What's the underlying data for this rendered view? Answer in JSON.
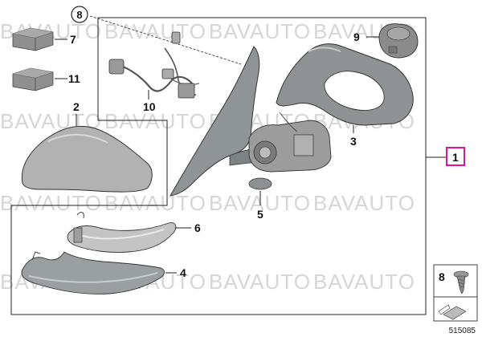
{
  "watermark": "BAVAUTO",
  "document_number": "515085",
  "colors": {
    "highlight": "#e0139a",
    "outline": "#222222",
    "part_fill": "#a8a8a8",
    "part_dark": "#8b8f90",
    "cover_fill": "#b4b4b4"
  },
  "callouts": {
    "assembly": "1",
    "cover": "2",
    "housing": "3",
    "lower_trim": "4",
    "cover_cap": "5",
    "turn_signal": "6",
    "kit_a": "7",
    "main_screw": "8",
    "screw_box": "8",
    "motor": "9",
    "wiring": "10",
    "kit_b": "11"
  }
}
